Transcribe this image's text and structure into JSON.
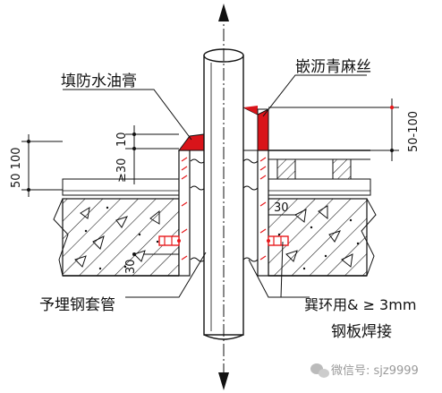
{
  "labels": {
    "fill_waterproof_paste": "填防水油膏",
    "embed_asphalt_hemp": "嵌沥青麻丝",
    "embedded_steel_sleeve": "予埋钢套管",
    "ring_weld_line1": "巽环用& ≥ 3mm",
    "ring_weld_line2": "钢板焊接"
  },
  "dimensions": {
    "left_outer": "50 100",
    "left_upper_a": "≥30",
    "left_upper_b": "10",
    "right_outer": "50-100",
    "right_gap": "30",
    "left_lower": "30"
  },
  "watermark": {
    "text": "微信号: sjz9999",
    "icon": "wechat-icon"
  },
  "colors": {
    "line": "#111111",
    "sealant": "#e8191c",
    "paste_fill": "#d9141a"
  }
}
